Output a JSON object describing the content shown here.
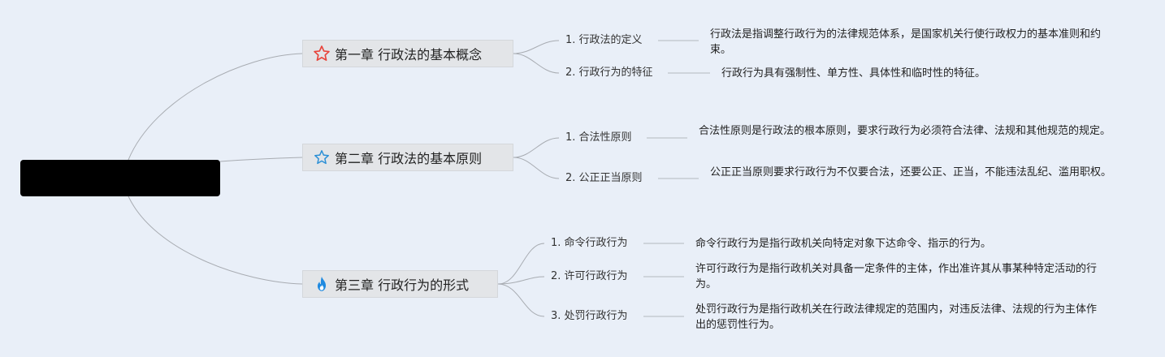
{
  "root": {
    "label": ""
  },
  "chapters": [
    {
      "title": "第一章 行政法的基本概念",
      "icon": "star-outline-icon",
      "icon_color": "#e8453c",
      "items": [
        {
          "label": "1. 行政法的定义",
          "desc": "行政法是指调整行政行为的法律规范体系，是国家机关行使行政权力的基本准则和约束。"
        },
        {
          "label": "2. 行政行为的特征",
          "desc": "行政行为具有强制性、单方性、具体性和临时性的特征。"
        }
      ]
    },
    {
      "title": "第二章 行政法的基本原则",
      "icon": "star-outline-icon",
      "icon_color": "#2a8fd6",
      "items": [
        {
          "label": "1. 合法性原则",
          "desc": "合法性原则是行政法的根本原则，要求行政行为必须符合法律、法规和其他规范的规定。"
        },
        {
          "label": "2. 公正正当原则",
          "desc": "公正正当原则要求行政行为不仅要合法，还要公正、正当，不能违法乱纪、滥用职权。"
        }
      ]
    },
    {
      "title": "第三章 行政行为的形式",
      "icon": "flame-icon",
      "icon_color": "#1f8ae0",
      "items": [
        {
          "label": "1. 命令行政行为",
          "desc": "命令行政行为是指行政机关向特定对象下达命令、指示的行为。"
        },
        {
          "label": "2. 许可行政行为",
          "desc": "许可行政行为是指行政机关对具备一定条件的主体，作出准许其从事某种特定活动的行为。"
        },
        {
          "label": "3. 处罚行政行为",
          "desc": "处罚行政行为是指行政机关在行政法律规定的范围内，对违反法律、法规的行为主体作出的惩罚性行为。"
        }
      ]
    }
  ]
}
